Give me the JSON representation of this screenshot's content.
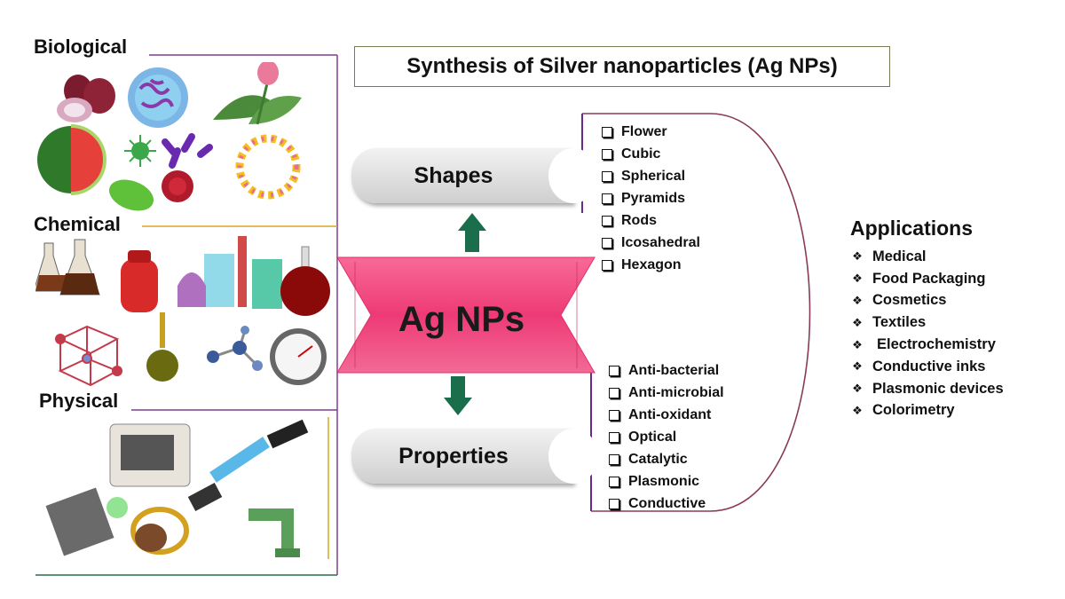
{
  "title": "Synthesis of Silver nanoparticles (Ag NPs)",
  "center_label": "Ag NPs",
  "methods": {
    "biological": "Biological",
    "chemical": "Chemical",
    "physical": "Physical"
  },
  "shapes": {
    "heading": "Shapes",
    "items": [
      "Flower",
      "Cubic",
      "Spherical",
      "Pyramids",
      "Rods",
      "Icosahedral",
      "Hexagon"
    ]
  },
  "properties": {
    "heading": "Properties",
    "items": [
      "Anti-bacterial",
      "Anti-microbial",
      "Anti-oxidant",
      "Optical",
      "Catalytic",
      "Plasmonic",
      "Conductive"
    ]
  },
  "applications": {
    "heading": "Applications",
    "items": [
      "Medical",
      "Food Packaging",
      "Cosmetics",
      "Textiles",
      "Electrochemistry",
      "Conductive inks",
      "Plasmonic devices",
      "Colorimetry"
    ]
  },
  "colors": {
    "center_pink": "#f0417a",
    "arrow_green": "#1b6e4c",
    "biological_line": "#7b3f8f",
    "chemical_line": "#d9a520",
    "physical_line": "#7b3f8f",
    "bracket_line": "#8a3a5a"
  },
  "icons": {
    "checkbox": "checkbox-outline-icon",
    "bullet": "four-diamond-bullet-icon"
  }
}
